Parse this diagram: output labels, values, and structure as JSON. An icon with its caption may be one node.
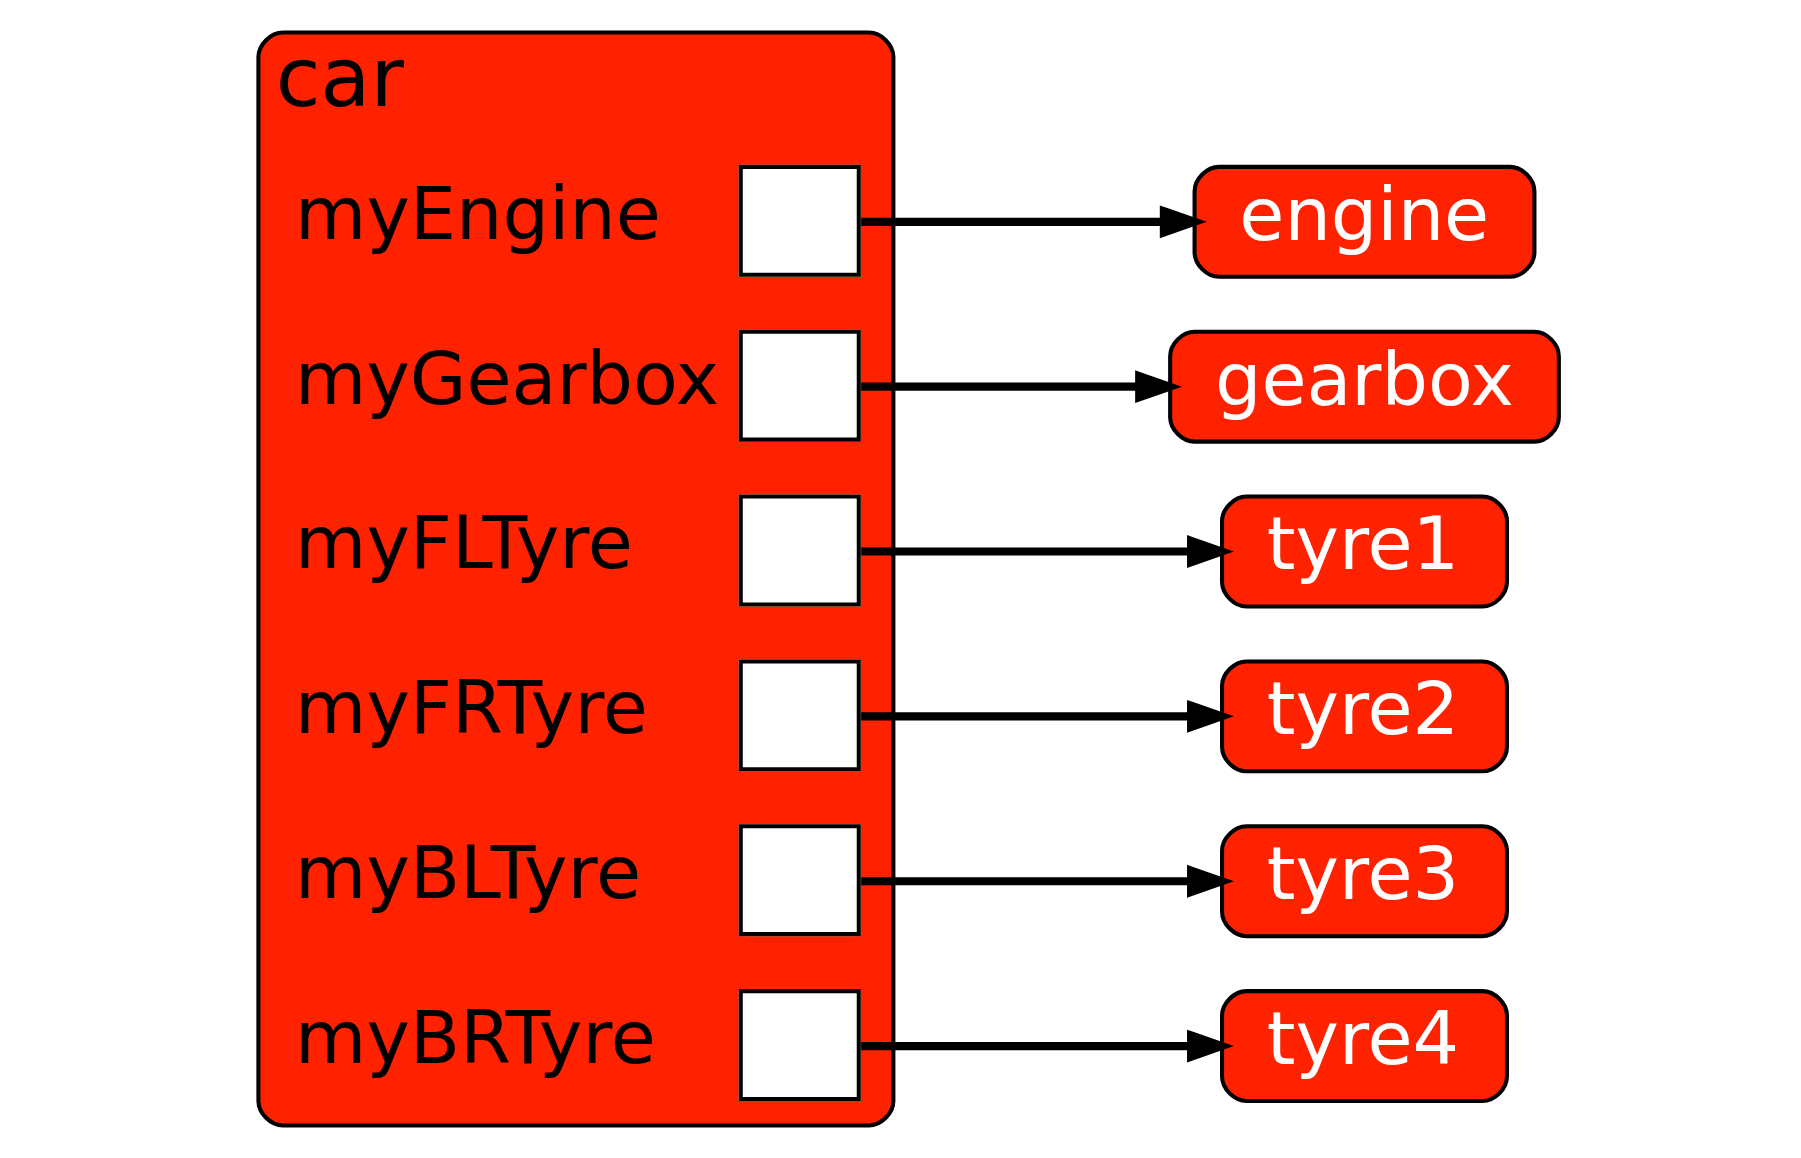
{
  "diagram": {
    "nodes": [
      {
        "text": [
          "car"
        ]
      },
      {
        "text": [],
        "shape": "box",
        "in": 0,
        "beside": [
          "myEngine"
        ]
      },
      {
        "text": [],
        "shape": "box",
        "in": 0,
        "beside": [
          "myGearbox"
        ]
      },
      {
        "text": [],
        "shape": "box",
        "in": 0,
        "beside": [
          "myFLTyre"
        ]
      },
      {
        "text": [],
        "shape": "box",
        "in": 0,
        "beside": [
          "myFRTyre"
        ]
      },
      {
        "text": [],
        "shape": "box",
        "in": 0,
        "beside": [
          "myBLTyre"
        ]
      },
      {
        "text": [],
        "shape": "box",
        "in": 0,
        "beside": [
          "myBRTyre"
        ]
      },
      {
        "text": [
          "engine"
        ]
      },
      {
        "text": [
          "gearbox"
        ]
      },
      {
        "text": [
          "tyre1"
        ]
      },
      {
        "text": [
          "tyre2"
        ]
      },
      {
        "text": [
          "tyre3"
        ]
      },
      {
        "text": [
          "tyre4"
        ]
      }
    ],
    "edges": [
      {
        "from": 1,
        "to": 7,
        "arrow": "to"
      },
      {
        "from": 2,
        "to": 8,
        "arrow": "to"
      },
      {
        "from": 3,
        "to": 9,
        "arrow": "to"
      },
      {
        "from": 4,
        "to": 10,
        "arrow": "to"
      },
      {
        "from": 5,
        "to": 11,
        "arrow": "to"
      },
      {
        "from": 6,
        "to": 12,
        "arrow": "to"
      }
    ]
  }
}
